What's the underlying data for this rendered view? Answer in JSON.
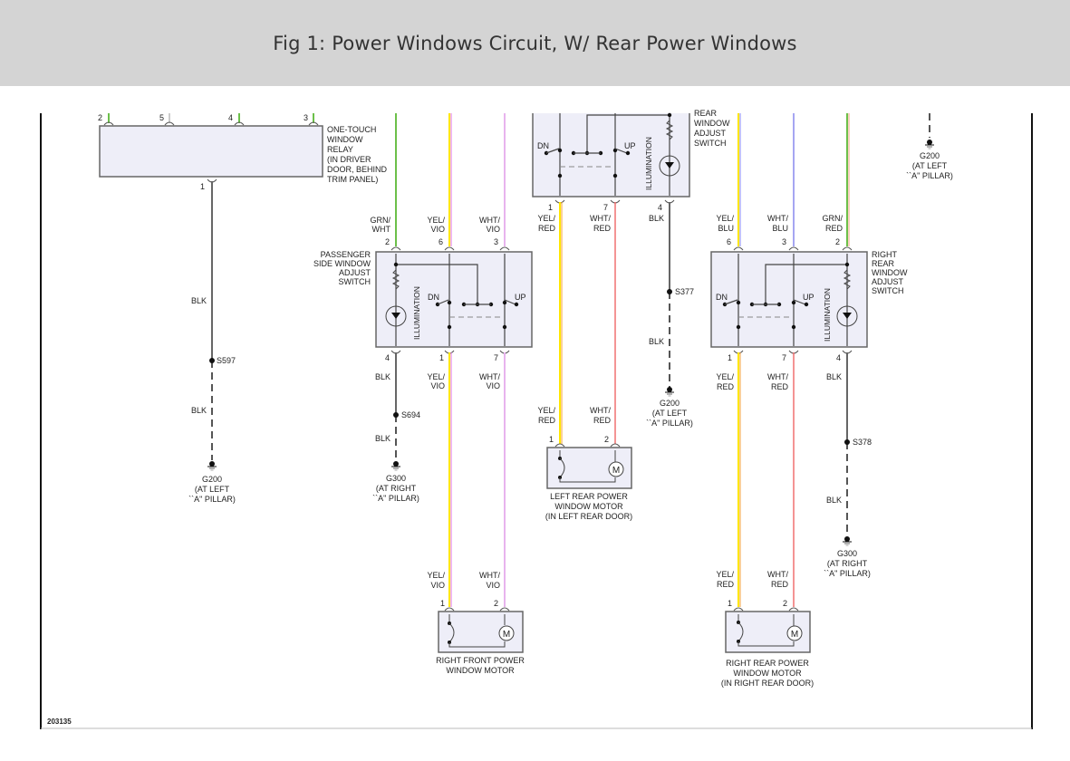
{
  "header": {
    "title": "Fig 1: Power Windows Circuit, W/ Rear Power Windows"
  },
  "diagram_id": "203135",
  "colors": {
    "BLK": "#666666",
    "GRN": "#6cc04a",
    "YEL": "#ffe600",
    "VIO": "#e070e0",
    "WHT_VIO": "#e8b4ee",
    "RED": "#f07070",
    "BLU": "#8888ee",
    "component_fill": "#eeeef8"
  },
  "components": {
    "relay": {
      "label": [
        "ONE-TOUCH",
        "WINDOW",
        "RELAY",
        "(IN DRIVER",
        "DOOR, BEHIND",
        "TRIM PANEL)"
      ],
      "pins_top": [
        "2",
        "5",
        "4",
        "3"
      ],
      "pin_bottom": "1"
    },
    "lr_switch": {
      "label": [
        "REAR",
        "WINDOW",
        "ADJUST",
        "SWITCH"
      ],
      "pins": [
        "1",
        "7",
        "4"
      ],
      "dn": "DN",
      "up": "UP",
      "illum": "ILLUMINATION"
    },
    "pass_switch": {
      "label": [
        "PASSENGER",
        "SIDE WINDOW",
        "ADJUST",
        "SWITCH"
      ],
      "pins_top": [
        "2",
        "6",
        "3"
      ],
      "pins_bottom": [
        "4",
        "1",
        "7"
      ],
      "dn": "DN",
      "up": "UP",
      "illum": "ILLUMINATION"
    },
    "rr_switch": {
      "label": [
        "RIGHT",
        "REAR",
        "WINDOW",
        "ADJUST",
        "SWITCH"
      ],
      "pins_top": [
        "6",
        "3",
        "2"
      ],
      "pins_bottom": [
        "1",
        "7",
        "4"
      ],
      "dn": "DN",
      "up": "UP",
      "illum": "ILLUMINATION"
    },
    "lr_motor": {
      "label": [
        "LEFT REAR POWER",
        "WINDOW MOTOR",
        "(IN LEFT REAR DOOR)"
      ],
      "pins": [
        "1",
        "2"
      ],
      "m": "M"
    },
    "rf_motor": {
      "label": [
        "RIGHT FRONT POWER",
        "WINDOW MOTOR"
      ],
      "pins": [
        "1",
        "2"
      ],
      "m": "M"
    },
    "rr_motor": {
      "label": [
        "RIGHT REAR POWER",
        "WINDOW MOTOR",
        "(IN RIGHT REAR DOOR)"
      ],
      "pins": [
        "1",
        "2"
      ],
      "m": "M"
    }
  },
  "wires": {
    "grn_wht": [
      "GRN/",
      "WHT"
    ],
    "yel_vio": [
      "YEL/",
      "VIO"
    ],
    "wht_vio": [
      "WHT/",
      "VIO"
    ],
    "yel_red": [
      "YEL/",
      "RED"
    ],
    "wht_red": [
      "WHT/",
      "RED"
    ],
    "yel_blu": [
      "YEL/",
      "BLU"
    ],
    "wht_blu": [
      "WHT/",
      "BLU"
    ],
    "grn_red": [
      "GRN/",
      "RED"
    ],
    "blk": "BLK"
  },
  "splices": {
    "s597": "S597",
    "s694": "S694",
    "s377": "S377",
    "s378": "S378"
  },
  "grounds": {
    "g200_left": [
      "G200",
      "(AT LEFT",
      "``A\" PILLAR)"
    ],
    "g300_right": [
      "G300",
      "(AT RIGHT",
      "``A\" PILLAR)"
    ]
  }
}
